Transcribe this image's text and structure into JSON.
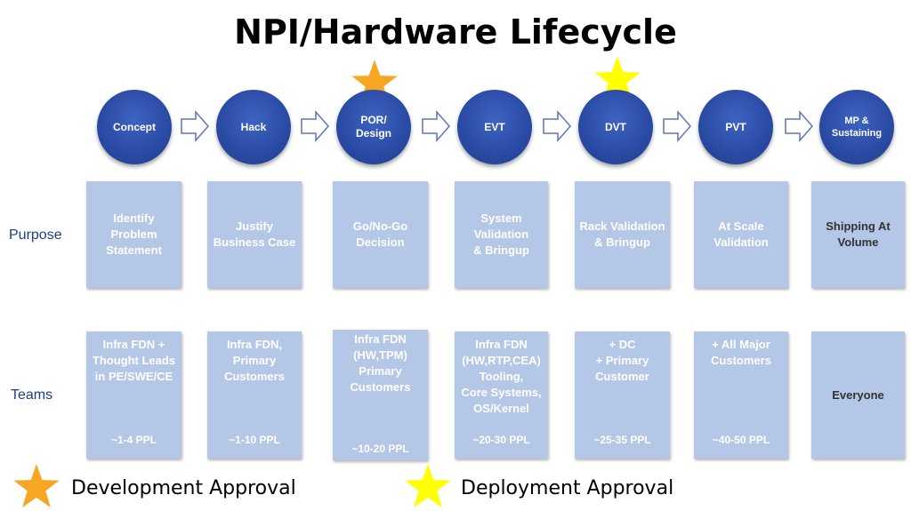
{
  "title": "NPI/Hardware Lifecycle",
  "row_labels": {
    "purpose": "Purpose",
    "teams": "Teams"
  },
  "phases": [
    {
      "label": "Concept"
    },
    {
      "label": "Hack"
    },
    {
      "label": "POR/\nDesign"
    },
    {
      "label": "EVT"
    },
    {
      "label": "DVT"
    },
    {
      "label": "PVT"
    },
    {
      "label": "MP &\nSustaining"
    }
  ],
  "purpose": [
    "Identify\nProblem\nStatement",
    "Justify\nBusiness Case",
    "Go/No-Go\nDecision",
    "System\nValidation\n& Bringup",
    "Rack Validation\n& Bringup",
    "At Scale\nValidation",
    "Shipping At\nVolume"
  ],
  "teams": [
    {
      "text": "Infra FDN +\nThought Leads\nin PE/SWE/CE",
      "ppl": "~1-4 PPL"
    },
    {
      "text": "Infra FDN,\nPrimary\nCustomers",
      "ppl": "~1-10 PPL"
    },
    {
      "text": "Infra FDN\n(HW,TPM)\nPrimary\nCustomers",
      "ppl": "~10-20 PPL"
    },
    {
      "text": "Infra FDN\n(HW,RTP,CEA)\nTooling,\nCore Systems,\nOS/Kernel",
      "ppl": "~20-30 PPL"
    },
    {
      "text": "+ DC\n+ Primary\nCustomer",
      "ppl": "~25-35 PPL"
    },
    {
      "text": "+ All Major\nCustomers",
      "ppl": "~40-50 PPL"
    },
    {
      "text": "Everyone",
      "ppl": ""
    }
  ],
  "legend": {
    "development": "Development Approval",
    "deployment": "Deployment Approval"
  },
  "colors": {
    "development_star": "#f5a623",
    "deployment_star": "#ffff00",
    "phase_circle": "#2b4ca6",
    "box": "#b4c7e7"
  }
}
